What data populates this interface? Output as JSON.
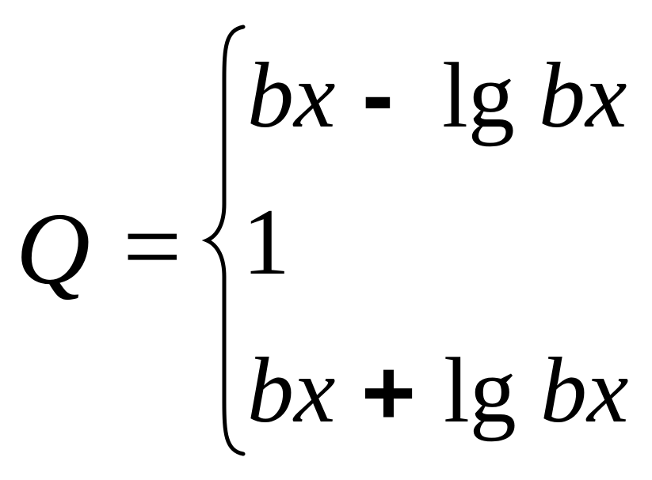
{
  "equation": {
    "lhs": "Q",
    "relation": "=",
    "cases": [
      {
        "term1": "bx",
        "operator": "-",
        "function": "lg",
        "term2": "bx"
      },
      {
        "value": "1"
      },
      {
        "term1": "bx",
        "operator": "+",
        "function": "lg",
        "term2": "bx"
      }
    ]
  }
}
